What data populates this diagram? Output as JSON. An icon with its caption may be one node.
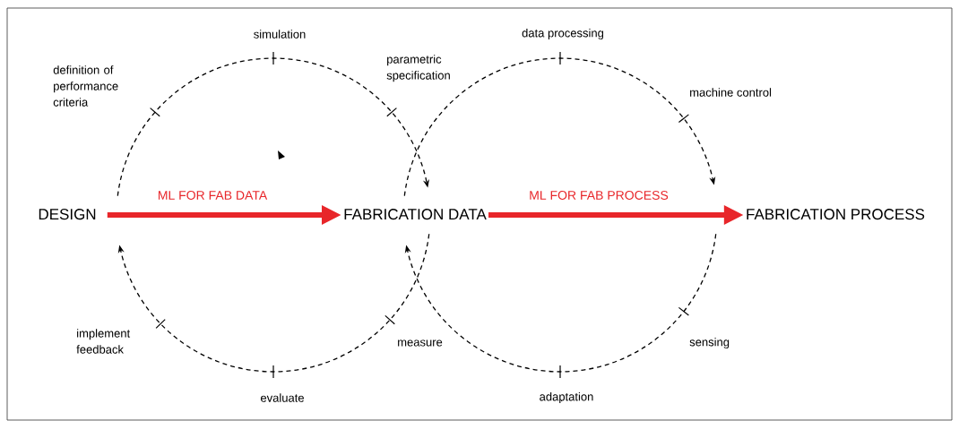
{
  "diagram": {
    "nodes": [
      {
        "text": [
          "DESIGN"
        ]
      },
      {
        "text": [
          "FABRICATION DATA"
        ]
      },
      {
        "text": [
          "FABRICATION PROCESS"
        ]
      }
    ],
    "edges": [
      {
        "from": 0,
        "to": 1,
        "arrow": "to",
        "label": "ML FOR FAB DATA",
        "style": "thick",
        "color": "#e8262a"
      },
      {
        "from": 1,
        "to": 2,
        "arrow": "to",
        "label": "ML FOR FAB PROCESS",
        "style": "thick",
        "color": "#e8262a"
      },
      {
        "from": 0,
        "to": 1,
        "arrow": "to",
        "style": "dashed"
      },
      {
        "from": 1,
        "to": 0,
        "arrow": "to",
        "style": "dashed"
      },
      {
        "from": 1,
        "to": 2,
        "arrow": "to",
        "style": "dashed"
      },
      {
        "from": 2,
        "to": 1,
        "arrow": "to",
        "style": "dashed"
      }
    ],
    "labels": [
      "simulation",
      "data processing",
      "definition of performance criteria",
      "parametric specification",
      "machine control",
      "implement feedback",
      "measure",
      "sensing",
      "evaluate",
      "adaptation"
    ]
  }
}
